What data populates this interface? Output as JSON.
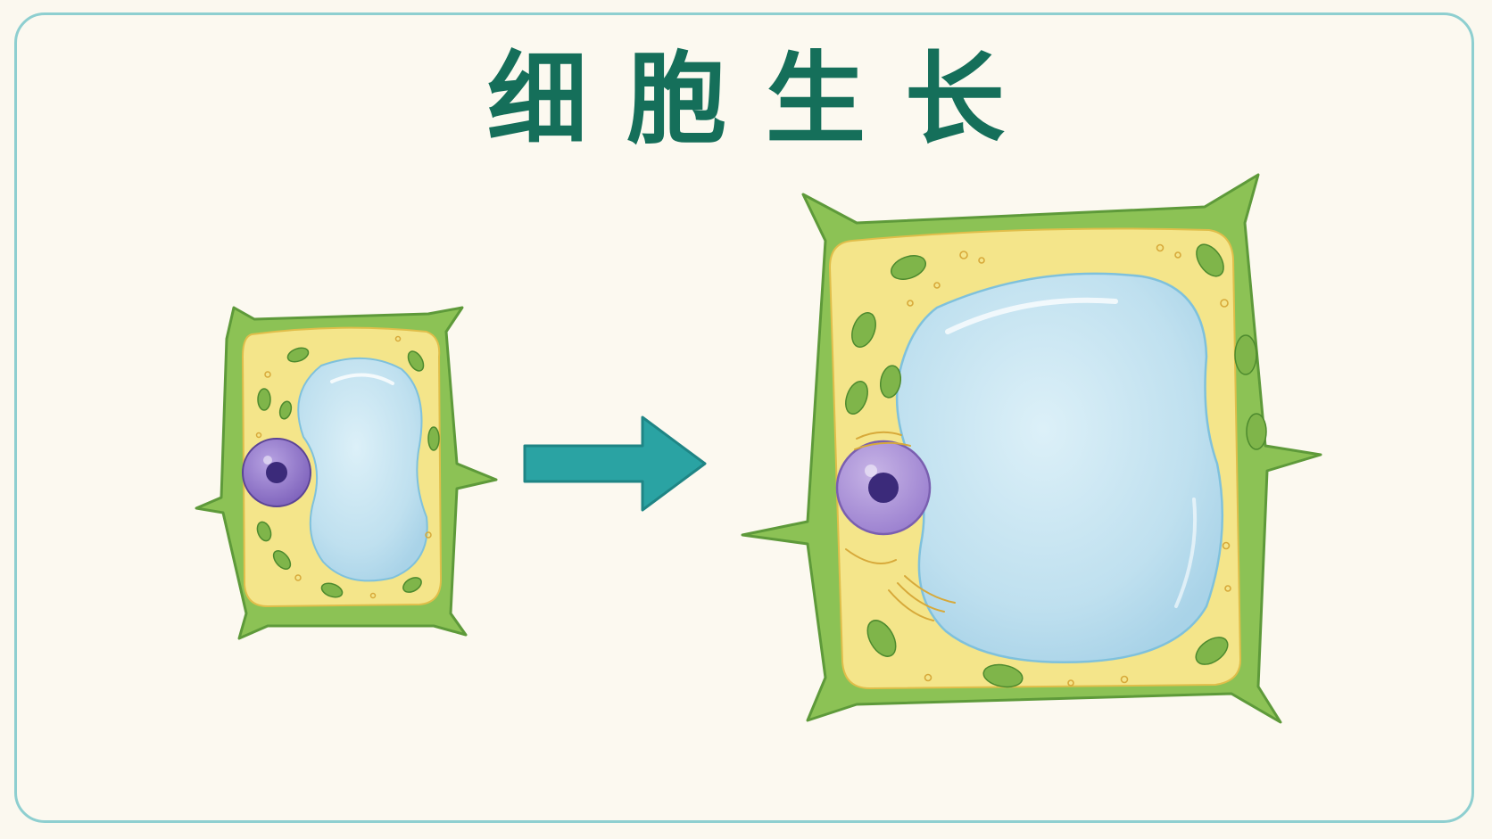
{
  "title": "细胞生长",
  "colors": {
    "frame_border": "#8ecfd0",
    "background": "#fcf9f0",
    "title": "#156f5a",
    "cell_wall": "#8cc255",
    "cell_wall_outline": "#5e9a3a",
    "cytoplasm": "#f4e58a",
    "vacuole": "#bfe0ef",
    "nucleus": "#8a6fc4",
    "nucleolus": "#3b2a7a",
    "chloroplast": "#7fb54a",
    "arrow": "#2aa3a3"
  },
  "diagram": {
    "stages": [
      {
        "name": "small-cell",
        "icon": "plant-cell-small"
      },
      {
        "name": "large-cell",
        "icon": "plant-cell-large"
      }
    ],
    "arrow_icon": "right-arrow-icon"
  }
}
